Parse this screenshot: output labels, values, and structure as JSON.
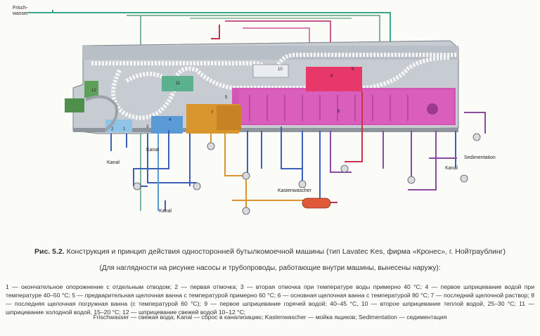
{
  "labels": {
    "frischwasser": "Frisch-\nwasser",
    "kanal_1": "Kanal",
    "kanal_2": "Kanal",
    "kanal_3": "Kanal",
    "kanal_4": "Kanal",
    "kastenwascher": "Kastenwascher",
    "sedimentation": "Sedimentation"
  },
  "zones": [
    {
      "num": "1"
    },
    {
      "num": "2"
    },
    {
      "num": "3"
    },
    {
      "num": "4"
    },
    {
      "num": "5"
    },
    {
      "num": "6"
    },
    {
      "num": "7"
    },
    {
      "num": "8"
    },
    {
      "num": "9"
    },
    {
      "num": "10"
    },
    {
      "num": "11"
    },
    {
      "num": "12"
    }
  ],
  "caption": {
    "title_prefix": "Рис. 5.2.",
    "title": "Конструкция и принцип действия односторонней бутылкомоечной машины (тип Lavatec Kes, фирма «Кронес», г. Нойтраублинг)",
    "subtitle": "(Для наглядности на рисунке насосы и трубопроводы, работающие внутри машины, вынесены наружу):",
    "legend": "1 — окончательное опорожнение с отдельным отводом; 2 — первая отмочка; 3 — вторая отмочка при температуре воды примерно 40 °C; 4 — первое шприцевание водой при температуре 40–50 °C; 5 — предварительная щелочная ванна с температурой примерно 60 °C; 6 — основная щелочная ванна с температурой 80 °C; 7 — последний щелочной раствор; 8 — последняя щелочная погружная ванна (с температурой 60 °C); 9 — первое шприцевание горячей водой; 40–45 °C, 10 — второе шприцевание теплой водой, 25–30 °C; 11 — шприцевание холодной водой, 15–20 °C; 12 — шприцевание свежей водой 10–12 °C;",
    "terms": "Frischwasser — свежая вода; Kanal — сброс в канализацию; Kastenwascher — мойка ящиков; Sedimentation — седиментация"
  },
  "colors": {
    "machine_body": "#c7ccd2",
    "caustic_main": "#d63fb0",
    "hot_water": "#e8386a",
    "warm_water": "#d9952e",
    "cold_water": "#5a9ad6",
    "fresh_water": "#3aa58a",
    "pipe_blue": "#3c5fb8",
    "pipe_red": "#c8324a",
    "pipe_purple": "#8a4aa0"
  }
}
